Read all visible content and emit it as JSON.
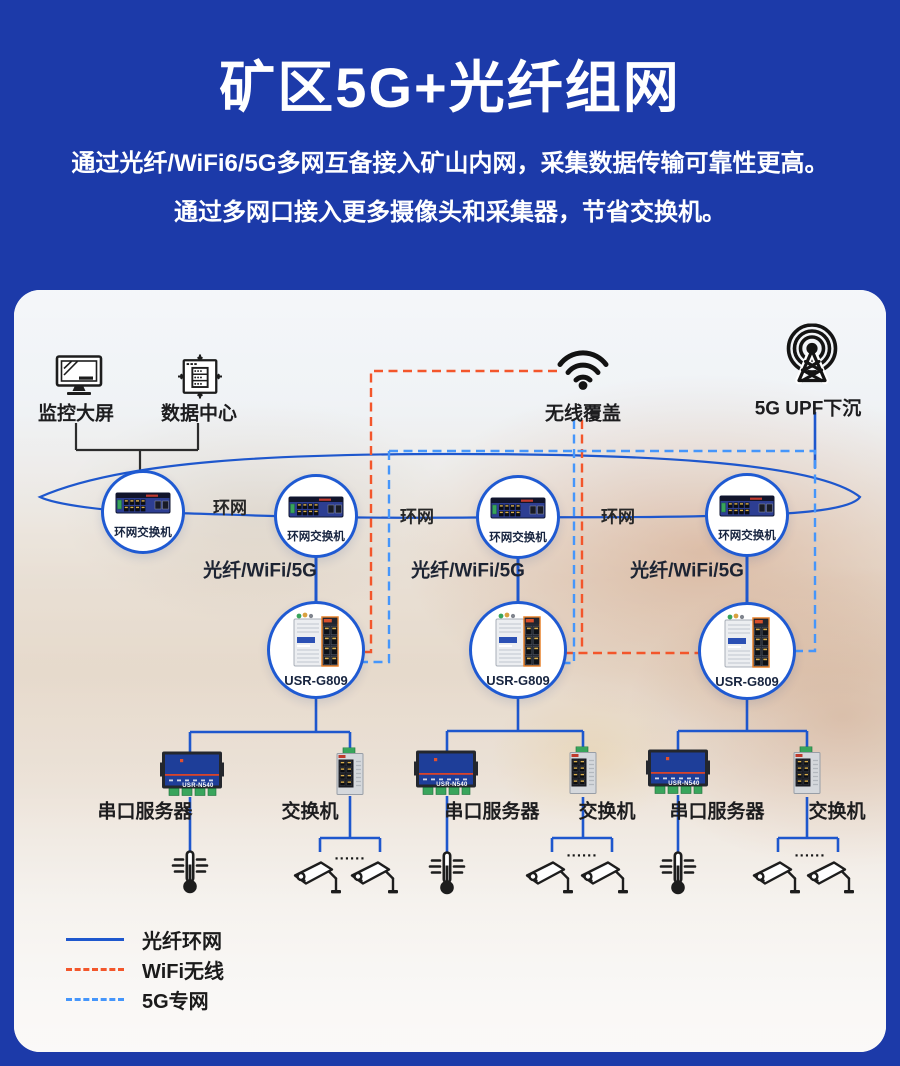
{
  "header": {
    "title": "矿区5G+光纤组网",
    "subtitle_line1": "通过光纤/WiFi6/5G多网互备接入矿山内网，采集数据传输可靠性更高。",
    "subtitle_line2": "通过多网口接入更多摄像头和采集器，节省交换机。"
  },
  "diagram": {
    "monitor_label": "监控大屏",
    "datacenter_label": "数据中心",
    "wifi_label": "无线覆盖",
    "tower_label": "5G UPF下沉",
    "ring_link_label": "环网",
    "ring_switch_label": "环网交换机",
    "uplink_label": "光纤/WiFi/5G",
    "gateway_label": "USR-G809",
    "serial_server_label": "串口服务器",
    "switch_label": "交换机",
    "camera_dots": "......",
    "serial_device_badge": "USR-N540",
    "colors": {
      "background_blue": "#1c3aa9",
      "fiber_solid": "#1e57cd",
      "wifi_dashed": "#f3562b",
      "g5_dashed": "#4596fb"
    },
    "legend": [
      {
        "label": "光纤环网",
        "style": "solid",
        "color": "#1e57cd"
      },
      {
        "label": "WiFi无线",
        "style": "dashed",
        "color": "#f3562b"
      },
      {
        "label": "5G专网",
        "style": "dashed",
        "color": "#4596fb"
      }
    ]
  }
}
